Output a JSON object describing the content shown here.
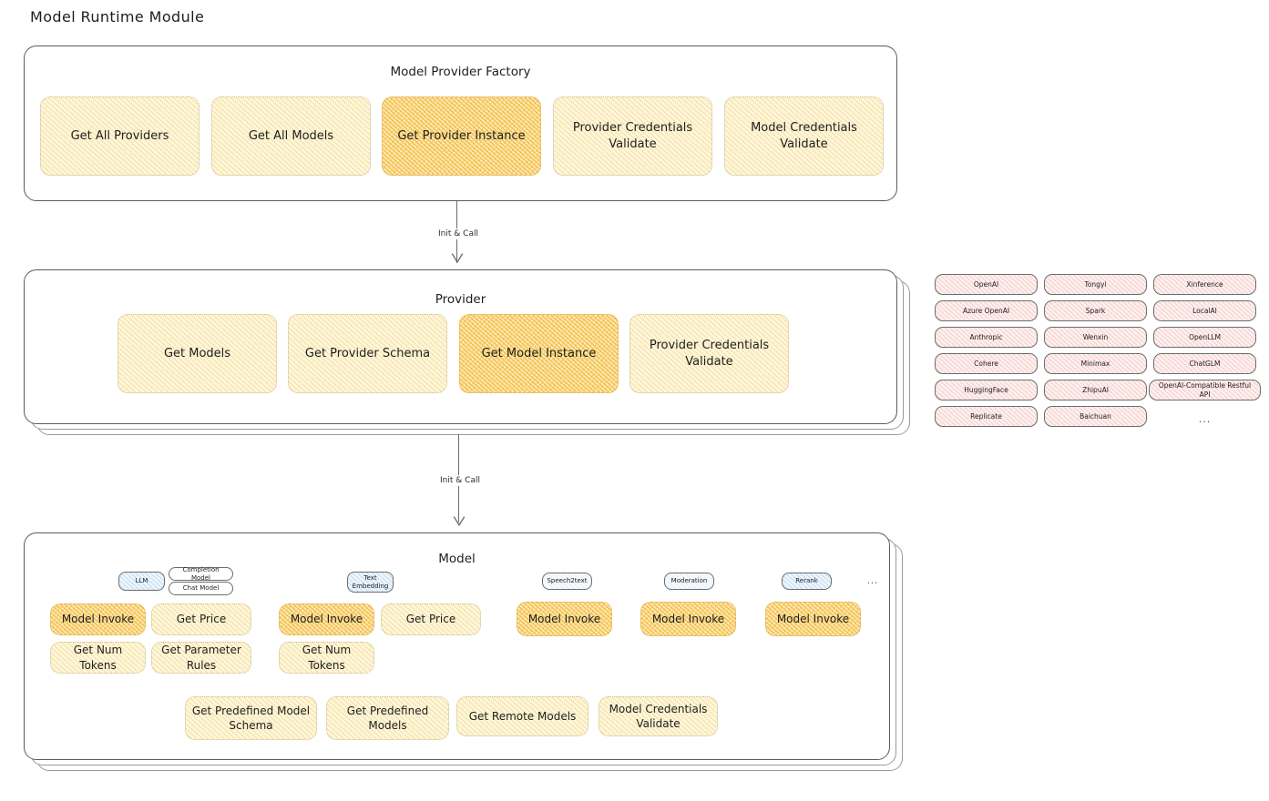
{
  "page": {
    "title": "Model Runtime Module"
  },
  "factory": {
    "title": "Model Provider Factory",
    "nodes": [
      {
        "label": "Get All Providers",
        "highlight": false
      },
      {
        "label": "Get All Models",
        "highlight": false
      },
      {
        "label": "Get Provider Instance",
        "highlight": true
      },
      {
        "label": "Provider Credentials Validate",
        "highlight": false
      },
      {
        "label": "Model Credentials Validate",
        "highlight": false
      }
    ]
  },
  "arrows": [
    {
      "label": "Init & Call"
    },
    {
      "label": "Init & Call"
    }
  ],
  "provider": {
    "title": "Provider",
    "nodes": [
      {
        "label": "Get Models",
        "highlight": false
      },
      {
        "label": "Get Provider Schema",
        "highlight": false
      },
      {
        "label": "Get Model Instance",
        "highlight": true
      },
      {
        "label": "Provider Credentials Validate",
        "highlight": false
      }
    ]
  },
  "provider_list": {
    "column1": [
      "OpenAI",
      "Azure OpenAI",
      "Anthropic",
      "Cohere",
      "HuggingFace",
      "Replicate"
    ],
    "column2": [
      "Tongyi",
      "Spark",
      "Wenxin",
      "Minimax",
      "ZhipuAI",
      "Baichuan"
    ],
    "column3": [
      "Xinference",
      "LocalAI",
      "OpenLLM",
      "ChatGLM",
      "OpenAI-Compatible Restful API"
    ],
    "more": "..."
  },
  "model": {
    "title": "Model",
    "more": "...",
    "types": [
      {
        "name": "LLM",
        "tint": "blue",
        "subtypes": [
          "Completion Model",
          "Chat Model"
        ],
        "methods": [
          {
            "label": "Model Invoke",
            "highlight": true
          },
          {
            "label": "Get Price",
            "highlight": false
          },
          {
            "label": "Get Num Tokens",
            "highlight": false
          },
          {
            "label": "Get Parameter Rules",
            "highlight": false
          }
        ]
      },
      {
        "name": "Text Embedding",
        "tint": "blue",
        "subtypes": [],
        "methods": [
          {
            "label": "Model Invoke",
            "highlight": true
          },
          {
            "label": "Get Price",
            "highlight": false
          },
          {
            "label": "Get Num Tokens",
            "highlight": false
          }
        ]
      },
      {
        "name": "Speech2text",
        "tint": "blue-faint",
        "subtypes": [],
        "methods": [
          {
            "label": "Model Invoke",
            "highlight": true
          }
        ]
      },
      {
        "name": "Moderation",
        "tint": "blue-faint",
        "subtypes": [],
        "methods": [
          {
            "label": "Model Invoke",
            "highlight": true
          }
        ]
      },
      {
        "name": "Rerank",
        "tint": "blue",
        "subtypes": [],
        "methods": [
          {
            "label": "Model Invoke",
            "highlight": true
          }
        ]
      }
    ],
    "shared_methods": [
      {
        "label": "Get Predefined Model Schema"
      },
      {
        "label": "Get Predefined Models"
      },
      {
        "label": "Get Remote Models"
      },
      {
        "label": "Model Credentials Validate"
      }
    ]
  },
  "colors": {
    "highlight_fill": "#fde9b6",
    "light_fill": "#fdf6dd",
    "pink_fill": "#fdf0ef",
    "blue_fill": "#eef6fd",
    "stroke": "#5c5c5c"
  }
}
